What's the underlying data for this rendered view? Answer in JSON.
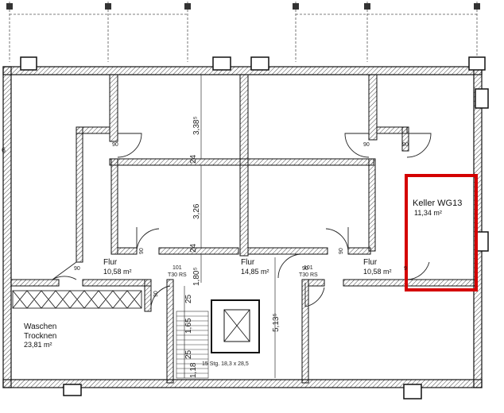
{
  "rooms": {
    "keller": {
      "name": "Keller WG13",
      "area": "11,34 m²"
    },
    "flur_left": {
      "name": "Flur",
      "area": "10,58 m²"
    },
    "flur_mid": {
      "name": "Flur",
      "area": "14,85 m²"
    },
    "flur_right": {
      "name": "Flur",
      "area": "10,58 m²"
    },
    "waschen": {
      "name1": "Waschen",
      "name2": "Trocknen",
      "area": "23,81 m²"
    }
  },
  "doors": {
    "d90_a": "90",
    "d90_b": "90",
    "d90_c": "90",
    "d90_d": "90",
    "d90_e": "90",
    "d90_f": "90",
    "d90_g": "90",
    "d90_h": "90",
    "d90_i": "9",
    "d101_left": "101",
    "t30_left": "T30 RS",
    "d101_right": "101",
    "t30_right": "T30 RS"
  },
  "dimensions": {
    "h338": "3,38⁵",
    "d24_top": "24",
    "h326": "3,26",
    "d24_mid": "24",
    "h180": "1,80⁵",
    "h513": "5,13⁵",
    "d25_a": "25",
    "h165": "1,65",
    "d25_b": "25",
    "h118": "1,18",
    "stairs": "15 Stg. 18,3 x 28,5",
    "left_mark": "6"
  },
  "highlight_color": "#d40000"
}
